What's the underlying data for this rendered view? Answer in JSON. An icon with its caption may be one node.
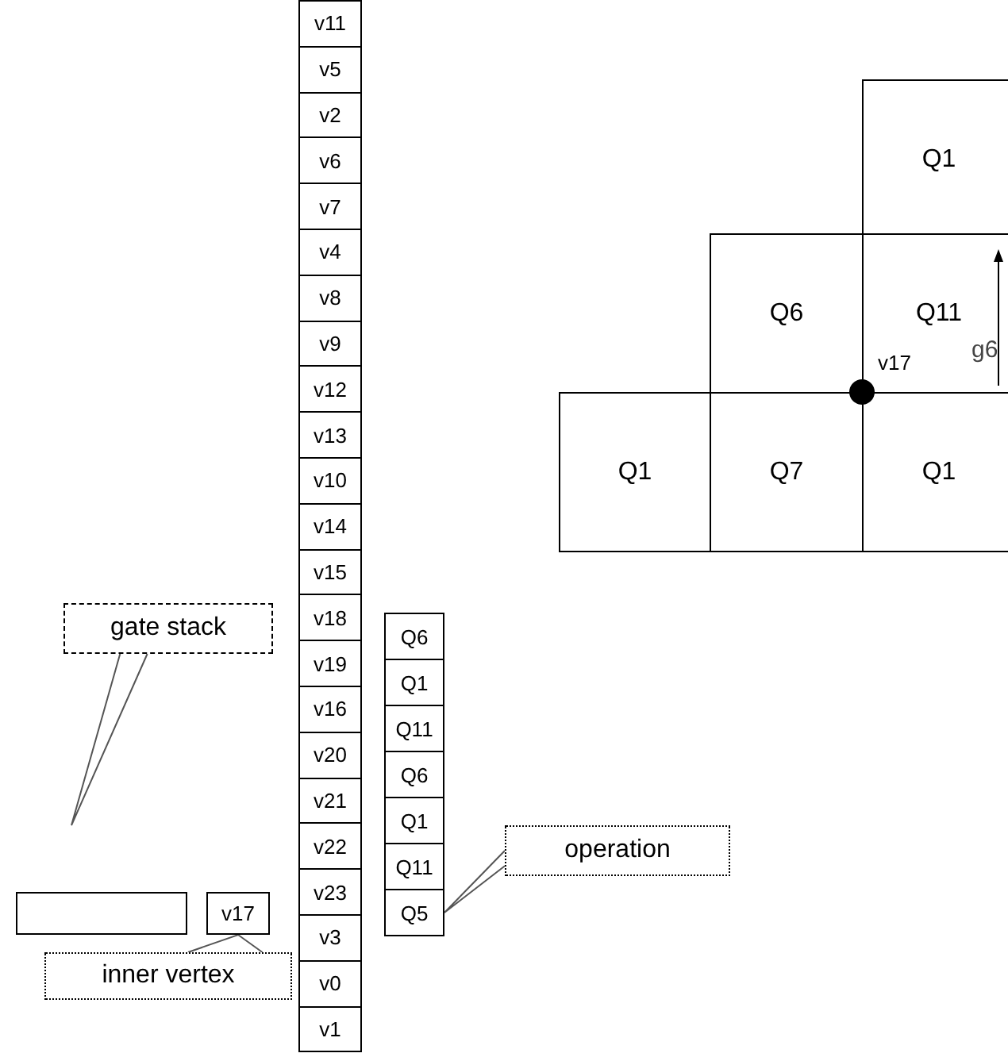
{
  "diagram": {
    "nodes": [
      {
        "text": [
          "v11"
        ]
      },
      {
        "text": [
          "v5"
        ]
      },
      {
        "text": [
          "v2"
        ]
      },
      {
        "text": [
          "v6"
        ]
      },
      {
        "text": [
          "v7"
        ]
      },
      {
        "text": [
          "v4"
        ]
      },
      {
        "text": [
          "v8"
        ]
      },
      {
        "text": [
          "v9"
        ]
      },
      {
        "text": [
          "v12"
        ]
      },
      {
        "text": [
          "v13"
        ]
      },
      {
        "text": [
          "v10"
        ]
      },
      {
        "text": [
          "v14"
        ]
      },
      {
        "text": [
          "v15"
        ]
      },
      {
        "text": [
          "v18"
        ]
      },
      {
        "text": [
          "v19"
        ]
      },
      {
        "text": [
          "v16"
        ]
      },
      {
        "text": [
          "v20"
        ]
      },
      {
        "text": [
          "v21"
        ]
      },
      {
        "text": [
          "v22"
        ]
      },
      {
        "text": [
          "v23"
        ]
      },
      {
        "text": [
          "v3"
        ]
      },
      {
        "text": [
          "v0"
        ]
      },
      {
        "text": [
          "v1"
        ]
      },
      {
        "text": [
          "Q6"
        ]
      },
      {
        "text": [
          "Q1"
        ]
      },
      {
        "text": [
          "Q11"
        ]
      },
      {
        "text": [
          "Q6"
        ]
      },
      {
        "text": [
          "Q1"
        ]
      },
      {
        "text": [
          "Q11"
        ]
      },
      {
        "text": [
          "Q5"
        ]
      },
      {
        "text": [
          "Q1"
        ]
      },
      {
        "text": [
          "Q6"
        ]
      },
      {
        "text": [
          "Q11"
        ]
      },
      {
        "text": [
          "Q1"
        ]
      },
      {
        "text": [
          "Q7"
        ]
      },
      {
        "text": [
          "Q1"
        ]
      },
      {
        "text": [],
        "shape": "circle",
        "beside": [
          "v17"
        ]
      },
      {
        "text": [
          "gate stack"
        ]
      },
      {
        "text": [],
        "shape": "box"
      },
      {
        "text": [
          "v17"
        ]
      },
      {
        "text": [
          "inner vertex"
        ]
      },
      {
        "text": [
          "operation"
        ]
      }
    ],
    "edges": [
      {
        "from": 37,
        "to": null,
        "arrow": "none"
      },
      {
        "from": 40,
        "to": 39,
        "arrow": "none"
      },
      {
        "from": 41,
        "to": 29,
        "arrow": "none"
      }
    ],
    "labels": [
      "g6"
    ]
  }
}
